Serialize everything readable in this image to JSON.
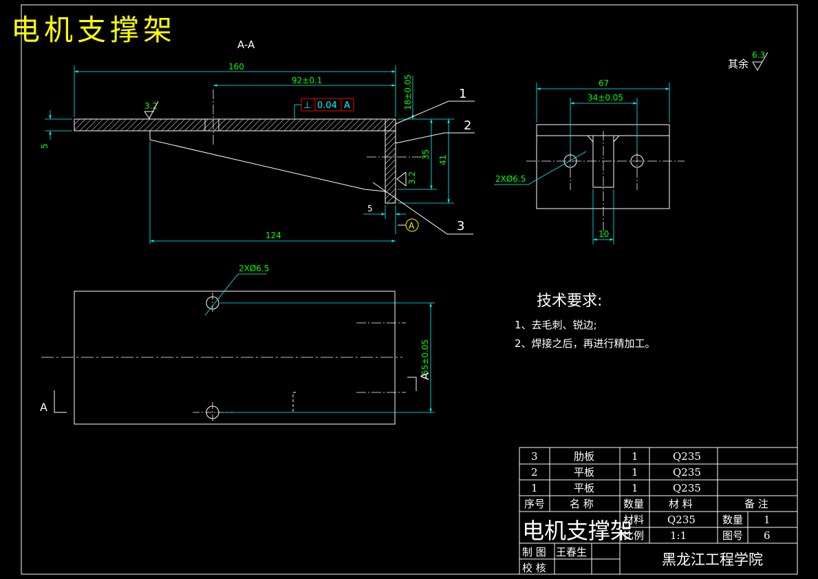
{
  "title": "电机支撑架",
  "section_label": "A-A",
  "roughness_default": {
    "prefix": "其余",
    "value": "6.3"
  },
  "front_view": {
    "dim_total_length": "160",
    "dim_hole_position": "92±0.1",
    "dim_plate_thickness": "5",
    "dim_top_tolerance": "18±0.05",
    "dim_inner_height": "35",
    "dim_outer_height": "41",
    "dim_wall_thickness": "5",
    "dim_rib_length": "124",
    "roughness_top": "3.2",
    "roughness_side": "3.2",
    "tolerance_frame": {
      "symbol": "⊥",
      "value": "0.04",
      "datum": "A"
    },
    "datum_label": "A",
    "balloons": [
      "1",
      "2",
      "3"
    ]
  },
  "side_view": {
    "dim_width": "67",
    "dim_hole_spacing": "34±0.05",
    "dim_hole_label": "2XØ6.5",
    "dim_rib_width": "10"
  },
  "top_view": {
    "dim_hole_label": "2XØ6.5",
    "dim_hole_spacing": "55±0.05",
    "section_marker_left": "A",
    "section_marker_right": "A"
  },
  "tech_requirements": {
    "heading": "技术要求:",
    "items": [
      "1、去毛刺、锐边;",
      "2、焊接之后，再进行精加工。"
    ]
  },
  "title_block": {
    "parts": [
      {
        "no": "3",
        "name": "肋板",
        "qty": "1",
        "material": "Q235",
        "note": ""
      },
      {
        "no": "2",
        "name": "平板",
        "qty": "1",
        "material": "Q235",
        "note": ""
      },
      {
        "no": "1",
        "name": "平板",
        "qty": "1",
        "material": "Q235",
        "note": ""
      }
    ],
    "headers": {
      "no": "序号",
      "name": "名 称",
      "qty": "数量",
      "material": "材 料",
      "note": "备 注"
    },
    "part_title": "电机支撑架",
    "material_label": "材料",
    "material_value": "Q235",
    "quantity_label": "数量",
    "quantity_value": "1",
    "scale_label": "比例",
    "scale_value": "1:1",
    "drawing_no_label": "图号",
    "drawing_no_value": "6",
    "drawn_by_label": "制 图",
    "drawn_by_value": "王春生",
    "checked_by_label": "校 核",
    "checked_by_value": "",
    "institution": "黑龙江工程学院"
  },
  "colors": {
    "background": "#000000",
    "outline": "#ffffff",
    "dimension": "#00ffff",
    "dimension_text": "#00ff00",
    "title": "#ffff00",
    "tolerance_frame": "#ff0000",
    "datum_circle": "#ffff00"
  }
}
